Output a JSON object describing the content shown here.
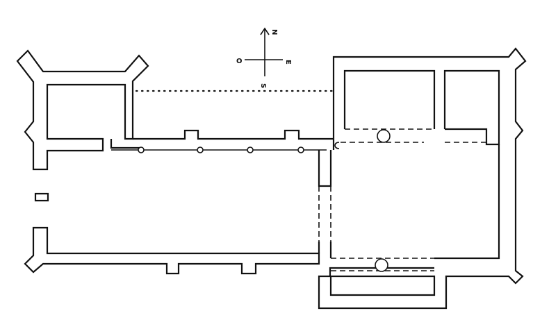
{
  "compass": {
    "north": "N",
    "south": "S",
    "east": "E",
    "west": "O"
  }
}
